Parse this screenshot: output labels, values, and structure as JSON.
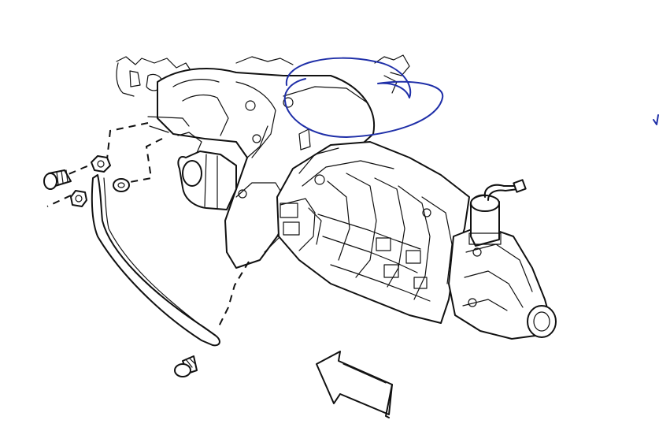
{
  "diagram": {
    "parts": [
      "transmission",
      "bellhousing",
      "starter",
      "brace",
      "bolt",
      "nut",
      "washer",
      "tailshaft",
      "shifter",
      "arrow"
    ],
    "colors": {
      "ink": "#111111",
      "annotation": "#1f2fa8",
      "background": "#ffffff"
    }
  }
}
